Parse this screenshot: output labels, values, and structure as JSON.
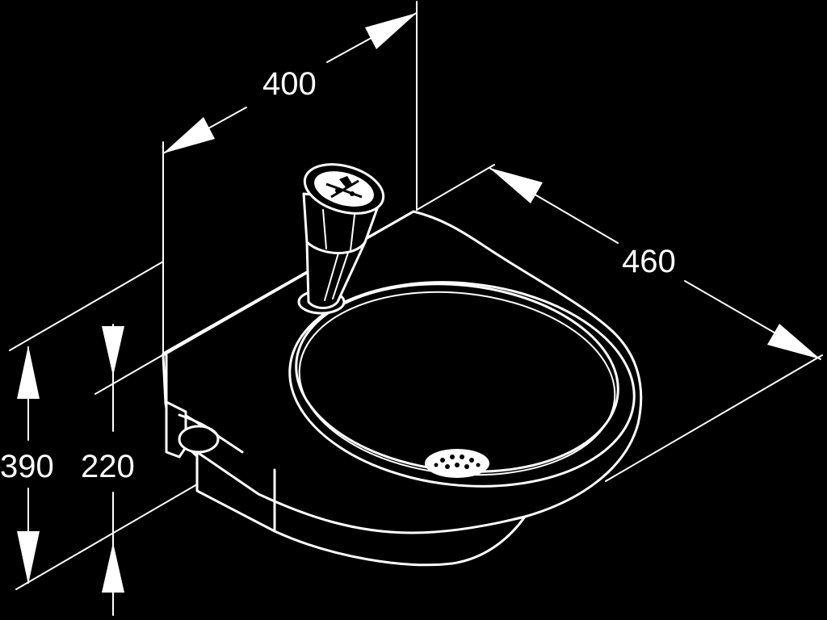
{
  "dimensions": {
    "width_depth": "400",
    "width_front": "460",
    "total_height": "390",
    "lower_height": "220"
  },
  "colors": {
    "background": "#000000",
    "line": "#ffffff"
  },
  "icons": {
    "tap_button": "hand-wash-symbol-icon",
    "drain": "drain-strainer-icon"
  }
}
